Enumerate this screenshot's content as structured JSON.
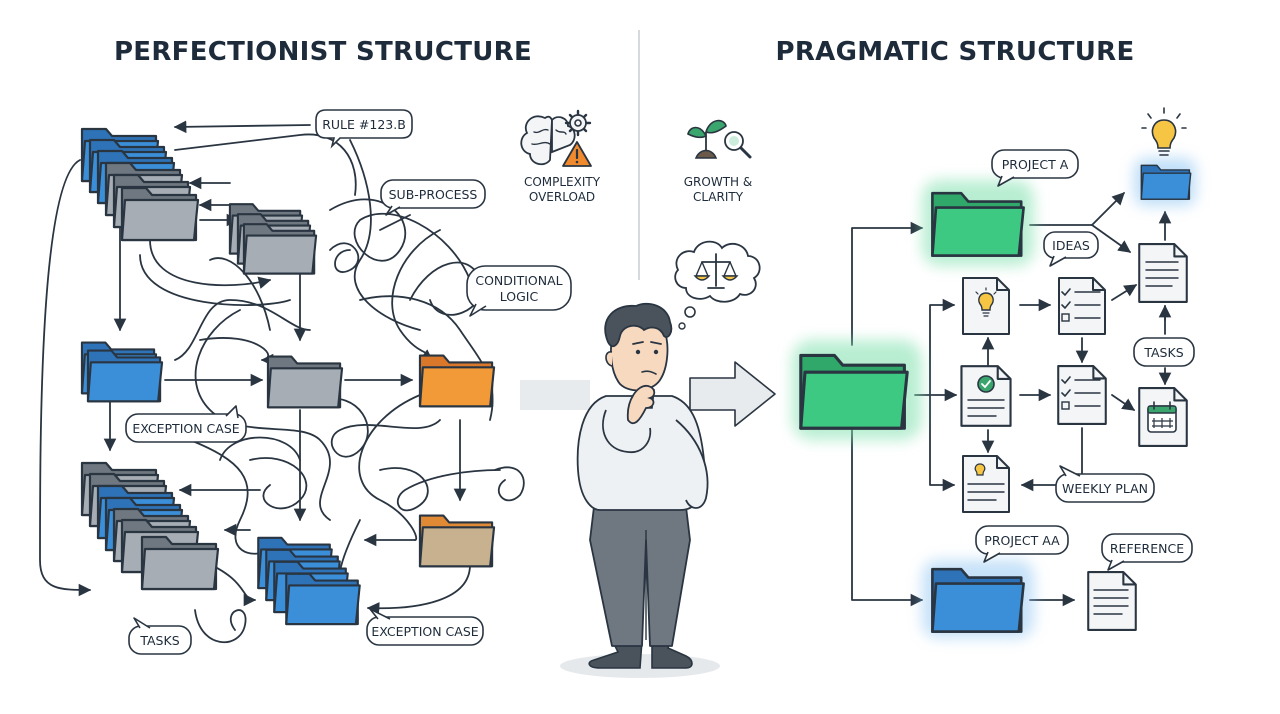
{
  "titles": {
    "left": "PERFECTIONIST STRUCTURE",
    "right": "PRAGMATIC STRUCTURE"
  },
  "left_labels": {
    "rule": "RULE #123.B",
    "sub_process": "SUB-PROCESS",
    "conditional_line1": "CONDITIONAL",
    "conditional_line2": "LOGIC",
    "exception_case_1": "EXCEPTION CASE",
    "exception_case_2": "EXCEPTION CASE",
    "tasks": "TASKS"
  },
  "complexity": {
    "line1": "COMPLEXITY",
    "line2": "OVERLOAD"
  },
  "growth": {
    "line1": "GROWTH &",
    "line2": "CLARITY"
  },
  "right_labels": {
    "project_a": "PROJECT A",
    "ideas": "IDEAS",
    "tasks": "TASKS",
    "weekly_plan": "WEEKLY PLAN",
    "project_aa": "PROJECT AA",
    "reference": "REFERENCE"
  },
  "colors": {
    "ink": "#2a3542",
    "folder_blue": "#3b8fd9",
    "folder_gray": "#a7adb4",
    "folder_orange": "#f29a38",
    "folder_tan": "#c7b18f",
    "folder_green": "#3ec982",
    "warning": "#f08a2c",
    "lightbulb": "#f6c543",
    "check_green": "#3aa56c"
  }
}
